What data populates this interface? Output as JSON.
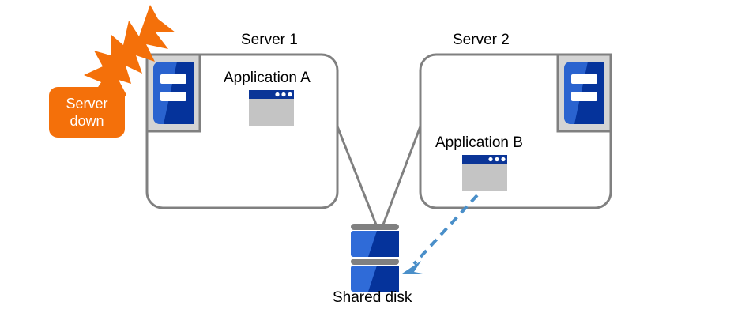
{
  "diagram": {
    "title_server1": "Server 1",
    "title_server2": "Server 2",
    "app_a_label": "Application A",
    "app_b_label": "Application B",
    "shared_disk_label": "Shared disk",
    "alert": {
      "line1": "Server",
      "line2": "down"
    },
    "colors": {
      "alert_fill": "#f4700a",
      "alert_text": "#ffffff",
      "box_stroke": "#808080",
      "server_icon_blue": "#2a63cf",
      "server_icon_dark_blue": "#05339b",
      "server_icon_frame": "#d4d4d4",
      "server_icon_frame_border": "#808080",
      "app_titlebar": "#0b3597",
      "app_body": "#c4c4c4",
      "disk_blue": "#2f6bd8",
      "disk_dark_blue": "#05339b",
      "disk_bar": "#808080",
      "arrow_dashed": "#4a8fc9",
      "text": "#000000"
    },
    "icons": {
      "server1": "server-tower-icon",
      "server2": "server-tower-icon",
      "app_a": "app-window-icon",
      "app_b": "app-window-icon",
      "disk": "disk-stack-icon",
      "alert": "explosion-burst-icon",
      "replication": "dashed-arrow-icon"
    }
  }
}
